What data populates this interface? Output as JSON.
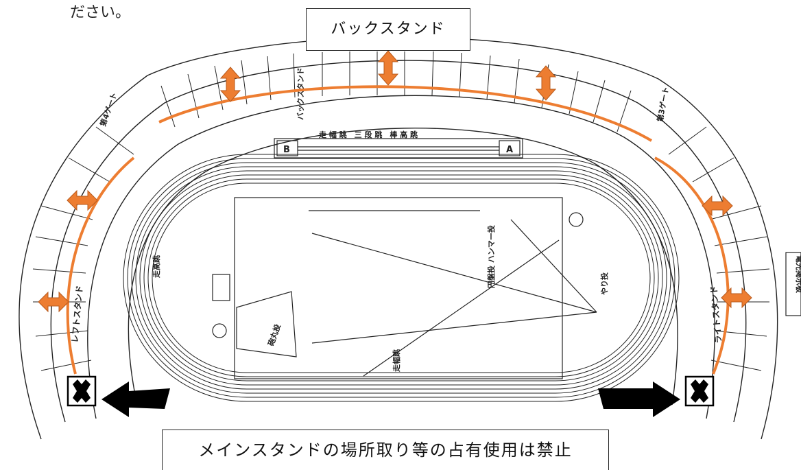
{
  "header": {
    "fragment_text": "ださい。"
  },
  "callouts": {
    "back_stand": "バックスタンド",
    "main_stand_notice": "メインスタンドの場所取り等の占有使用は禁止"
  },
  "plan_labels": {
    "gate_4": "第4ゲート",
    "gate_3": "第3ゲート",
    "back_stand_vertical": "バックスタンド",
    "left_stand": "レフトスタンド",
    "right_stand": "ライトスタンド",
    "scoreboard": "電光掲示板",
    "triple_jump_area": "走 幅 跳　三 段 跳　棒 高 跳",
    "sign_a": "A",
    "sign_b": "B",
    "shot_put": "砲丸投",
    "discus_hammer": "円盤投 ハンマー投",
    "javelin": "やり投",
    "high_jump_left": "走高跳",
    "high_jump_bottom": "走幅跳"
  },
  "colors": {
    "route": "#ed7d31",
    "line": "#222222",
    "prohibited": "#000000"
  },
  "icons": {
    "movement_arrow": "double-arrow-icon",
    "prohibited_mark": "x-mark-icon",
    "direction_arrow": "black-arrow-icon"
  }
}
